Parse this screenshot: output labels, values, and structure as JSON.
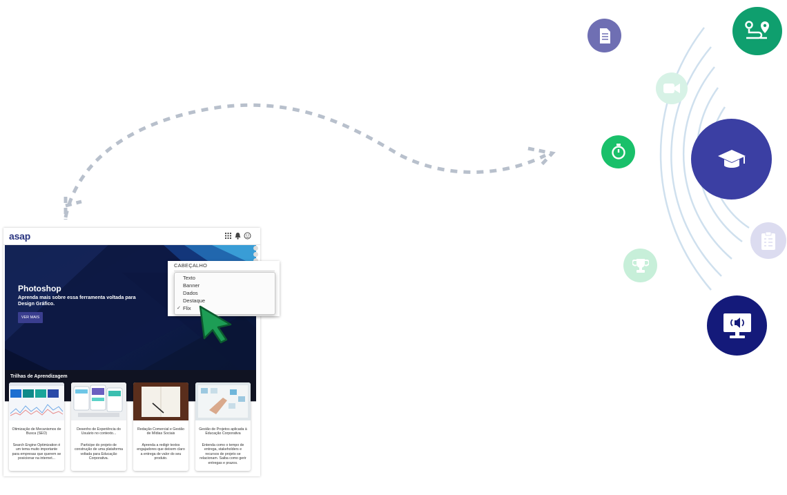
{
  "app": {
    "logo": "asap",
    "topbar_icons": [
      "grid-icon",
      "bell-icon",
      "user-icon"
    ]
  },
  "hero": {
    "title": "Photoshop",
    "subtitle": "Aprenda mais sobre essa ferramenta voltada para Design Gráfico.",
    "button_label": "VER MAIS"
  },
  "trails": {
    "title": "Trilhas de Aprendizagem",
    "cards": [
      {
        "title": "Otimização de Mecanismos de Busca (SEO)",
        "description": "Search Engine Optimization é um tema muito importante para empresas que querem se posicionar na internet..."
      },
      {
        "title": "Desenho de Experiência do Usuário no contexto...",
        "description": "Participe do projeto de construção de uma plataforma voltada para Educação Corporativa."
      },
      {
        "title": "Redação Comercial e Gestão de Mídias Sociais",
        "description": "Aprenda a redigir textos engajadores que deixem claro a entrega de valor do seu produto."
      },
      {
        "title": "Gestão de Projetos aplicada à Educação Corporativa",
        "description": "Entenda como o tempo de entrega, stakeholders e recursos de projeto se relacionam. Saiba como gerir entregas e prazos."
      }
    ]
  },
  "header_select": {
    "label": "CABEÇALHO",
    "options": [
      "Texto",
      "Banner",
      "Dados",
      "Destaque",
      "Flix"
    ],
    "selected": "Flix",
    "check_mark": "✓"
  },
  "colors": {
    "brand_blue": "#2a3580",
    "grad_cap_circle": "#3b3fa3",
    "monitor_circle": "#141a7a",
    "route_circle": "#0f9f6e",
    "timer_circle": "#19c06a",
    "doc_circle": "#6f6fb3",
    "video_circle": "#d7f2e6",
    "trophy_circle": "#c7efd9",
    "clipboard_circle": "#dcdcf0",
    "cursor_green": "#1d9d55"
  },
  "floating_icons": [
    "document-icon",
    "route-pin-icon",
    "video-camera-icon",
    "timer-icon",
    "graduation-cap-icon",
    "clipboard-icon",
    "trophy-icon",
    "monitor-speaker-icon"
  ]
}
